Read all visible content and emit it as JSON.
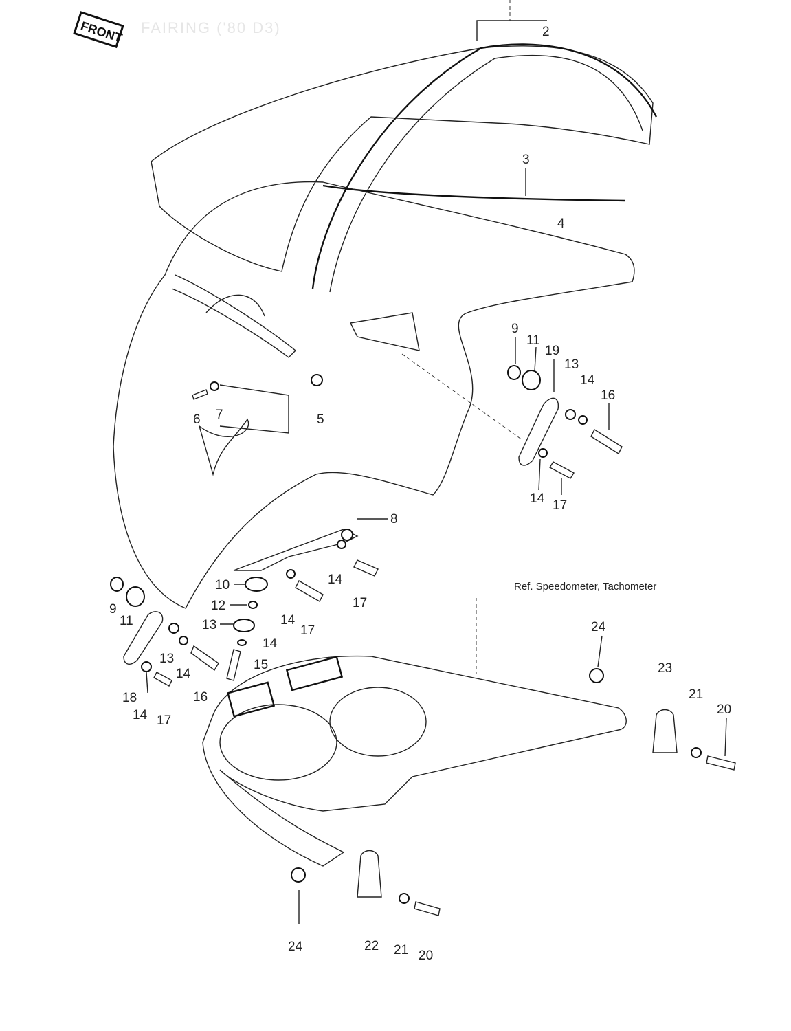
{
  "title": "FAIRING ('80 D3)",
  "front_badge": "FRONT",
  "reference_note": "Ref. Speedometer, Tachometer",
  "callouts": [
    "2",
    "3",
    "4",
    "9",
    "11",
    "19",
    "13",
    "14",
    "16",
    "6",
    "7",
    "5",
    "14",
    "17",
    "8",
    "14",
    "17",
    "10",
    "12",
    "13",
    "14",
    "17",
    "14",
    "15",
    "9",
    "11",
    "13",
    "14",
    "16",
    "18",
    "14",
    "17",
    "24",
    "23",
    "21",
    "20",
    "24",
    "22",
    "21",
    "20"
  ]
}
